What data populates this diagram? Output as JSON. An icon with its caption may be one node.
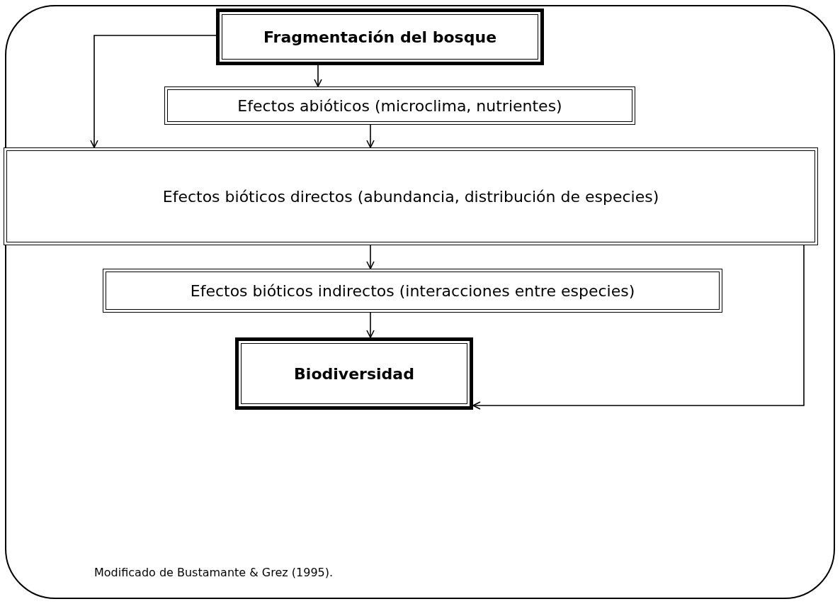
{
  "diagram": {
    "caption": "Modificado de Bustamante & Grez (1995).",
    "nodes": [
      {
        "text": [
          "Fragmentación del bosque"
        ]
      },
      {
        "text": [
          "Efectos abióticos (microclima, nutrientes)"
        ]
      },
      {
        "text": [
          "Efectos bióticos directos (abundancia, distribución de especies)"
        ]
      },
      {
        "text": [
          "Efectos bióticos indirectos (interacciones entre especies)"
        ]
      },
      {
        "text": [
          "Biodiversidad"
        ]
      }
    ],
    "edges": [
      {
        "from": 0,
        "to": 1,
        "arrow": "to"
      },
      {
        "from": 1,
        "to": 2,
        "arrow": "to"
      },
      {
        "from": 0,
        "to": 2,
        "arrow": "to"
      },
      {
        "from": 2,
        "to": 3,
        "arrow": "to"
      },
      {
        "from": 3,
        "to": 4,
        "arrow": "to"
      },
      {
        "from": 2,
        "to": 4,
        "arrow": "to"
      }
    ]
  }
}
